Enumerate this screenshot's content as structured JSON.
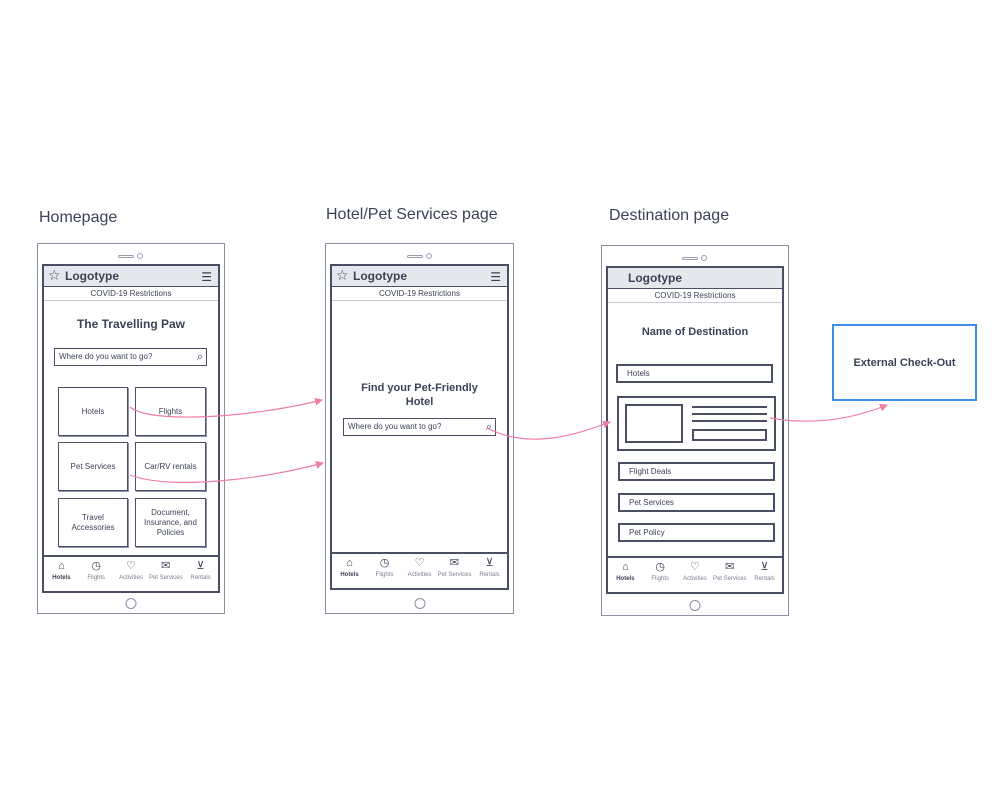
{
  "captions": {
    "homepage": "Homepage",
    "hotel_pet": "Hotel/Pet Services page",
    "destination": "Destination page"
  },
  "header": {
    "logo": "Logotype",
    "covid": "COVID-19 Restrictions",
    "star_icon": "star-icon",
    "menu_icon": "hamburger-menu-icon"
  },
  "homepage": {
    "title": "The Travelling Paw",
    "search_placeholder": "Where do you want to go?",
    "tiles": [
      "Hotels",
      "Flights",
      "Pet Services",
      "Car/RV rentals",
      "Travel Accessories",
      "Document, Insurance, and Policies"
    ]
  },
  "hotel_page": {
    "heading_line1": "Find your Pet-Friendly",
    "heading_line2": "Hotel",
    "search_placeholder": "Where do you want to go?"
  },
  "destination_page": {
    "title": "Name of Destination",
    "rows": [
      "Hotels",
      "Flight Deals",
      "Pet Services",
      "Pet Policy"
    ]
  },
  "tabbar": {
    "items": [
      {
        "label": "Hotels",
        "icon": "home-icon"
      },
      {
        "label": "Flights",
        "icon": "clock-icon"
      },
      {
        "label": "Activities",
        "icon": "heart-icon"
      },
      {
        "label": "Pet Services",
        "icon": "mail-icon"
      },
      {
        "label": "Rentals",
        "icon": "cart-icon"
      }
    ]
  },
  "external_checkout": "External Check-Out",
  "colors": {
    "flow_arrow": "#f07ca8",
    "checkout_border": "#3d8ee6",
    "ink": "#3c4257"
  }
}
